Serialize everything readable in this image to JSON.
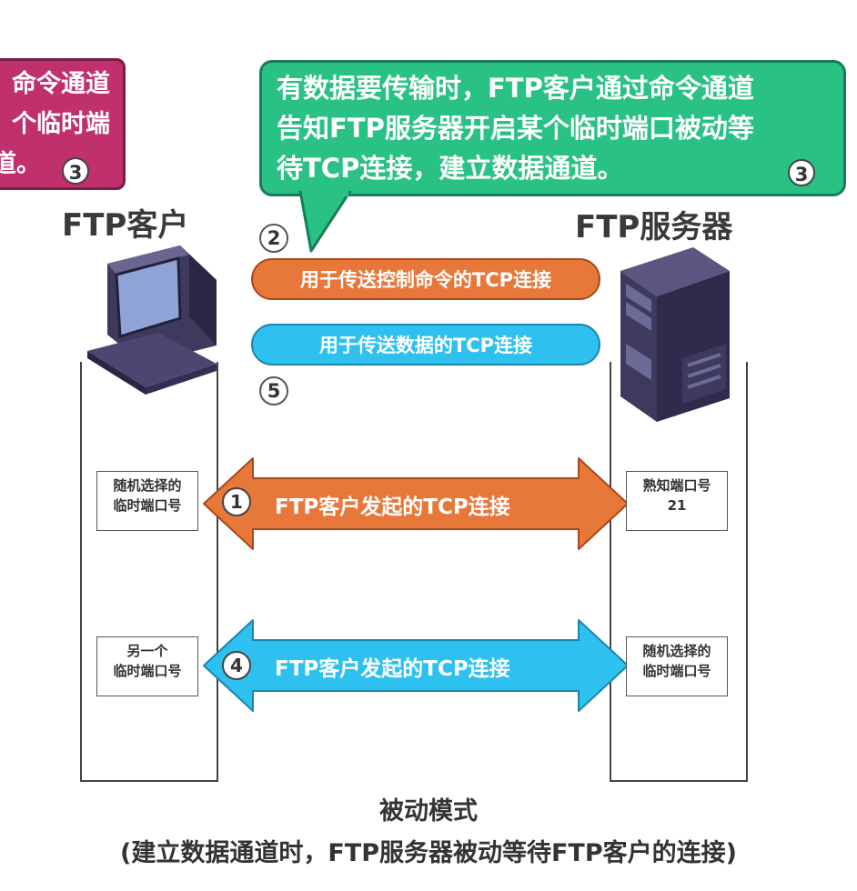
{
  "callout_left": {
    "lines": [
      "命令通道",
      "个临时端",
      "道。"
    ],
    "step": "3"
  },
  "callout_right": {
    "lines": [
      "有数据要传输时，FTP客户通过命令通道",
      "告知FTP服务器开启某个临时端口被动等",
      "待TCP连接，建立数据通道。"
    ],
    "step": "3"
  },
  "client": {
    "title": "FTP客户",
    "port_top": [
      "随机选择的",
      "临时端口号"
    ],
    "port_bottom": [
      "另一个",
      "临时端口号"
    ]
  },
  "server": {
    "title": "FTP服务器",
    "port_top": [
      "熟知端口号",
      "21"
    ],
    "port_bottom": [
      "随机选择的",
      "临时端口号"
    ]
  },
  "connections": {
    "control": {
      "label": "用于传送控制命令的TCP连接",
      "step": "2",
      "color": "#e8773a"
    },
    "data": {
      "label": "用于传送数据的TCP连接",
      "step": "5",
      "color": "#2ec0ee"
    }
  },
  "arrows": {
    "top": {
      "label": "FTP客户发起的TCP连接",
      "step": "1",
      "color": "#e8773a"
    },
    "bottom": {
      "label": "FTP客户发起的TCP连接",
      "step": "4",
      "color": "#2ec0ee"
    }
  },
  "caption": {
    "title": "被动模式",
    "subtitle": "(建立数据通道时，FTP服务器被动等待FTP客户的连接)"
  }
}
